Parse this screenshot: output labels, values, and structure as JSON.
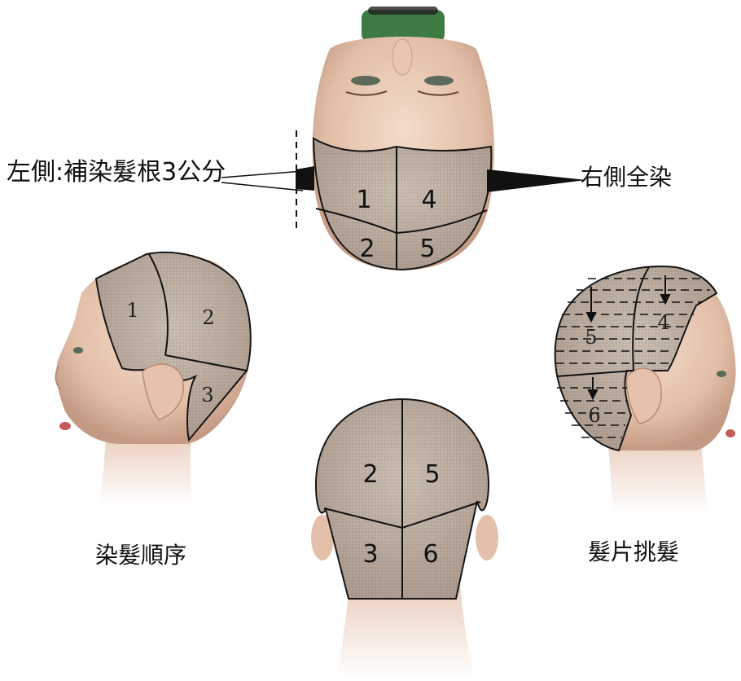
{
  "labels": {
    "left_side": "左側:補染髮根3公分",
    "right_side": "右側全染",
    "dye_order": "染髮順序",
    "section_pick": "髮片挑髮"
  },
  "top_view_numbers": [
    "1",
    "4",
    "2",
    "5"
  ],
  "left_profile_numbers": [
    "1",
    "2",
    "3"
  ],
  "back_view_numbers": [
    "2",
    "5",
    "3",
    "6"
  ],
  "right_profile_numbers": [
    "5",
    "4",
    "6"
  ],
  "colors": {
    "skin": "#e9c9b4",
    "skin_shadow": "#c99a83",
    "hair": "#b9aa9c",
    "band": "#4a8a4a",
    "line": "#111111"
  }
}
